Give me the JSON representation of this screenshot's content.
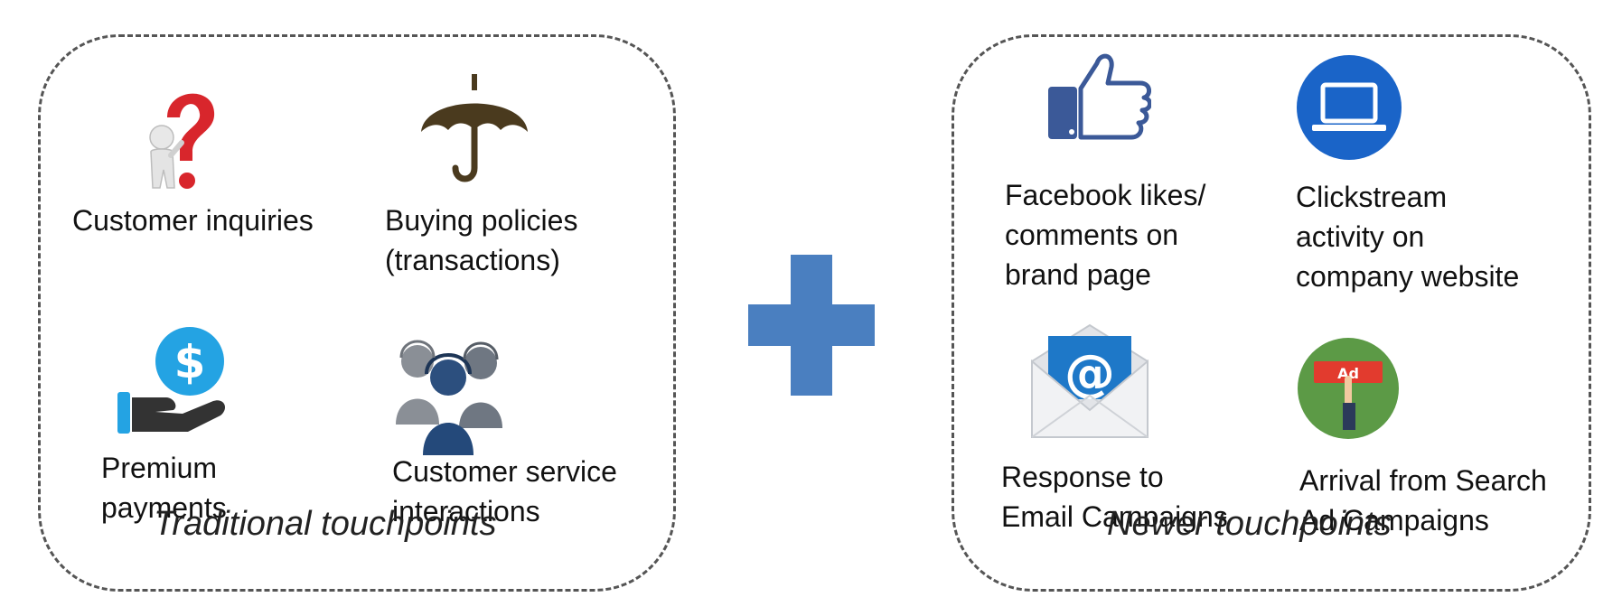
{
  "colors": {
    "plus": "#4a7fc0",
    "border": "#555555",
    "umbrella": "#4a3a1e",
    "question": "#d8262c",
    "facebook_blue": "#3b5998",
    "circle_blue": "#1a64c8",
    "dollar_blue": "#24a3e3",
    "ad_red": "#e23b2e",
    "ad_green": "#5c9a46"
  },
  "traditional": {
    "caption": "Traditional touchpoints",
    "items": [
      {
        "label": "Customer inquiries",
        "icon": "question-person-icon"
      },
      {
        "label": "Buying policies\n(transactions)",
        "icon": "umbrella-icon"
      },
      {
        "label": "Premium\npayments",
        "icon": "dollar-hand-icon"
      },
      {
        "label": "Customer service\ninteractions",
        "icon": "call-center-icon"
      }
    ]
  },
  "newer": {
    "caption": "Newer touchpoints",
    "items": [
      {
        "label": "Facebook likes/\ncomments on\nbrand page",
        "icon": "thumbs-up-icon"
      },
      {
        "label": "Clickstream\nactivity on\ncompany website",
        "icon": "laptop-cursor-icon"
      },
      {
        "label": "Response to\nEmail Campaigns",
        "icon": "email-envelope-icon"
      },
      {
        "label": "Arrival from Search\nAd Campaigns",
        "icon": "ad-click-icon"
      }
    ]
  }
}
